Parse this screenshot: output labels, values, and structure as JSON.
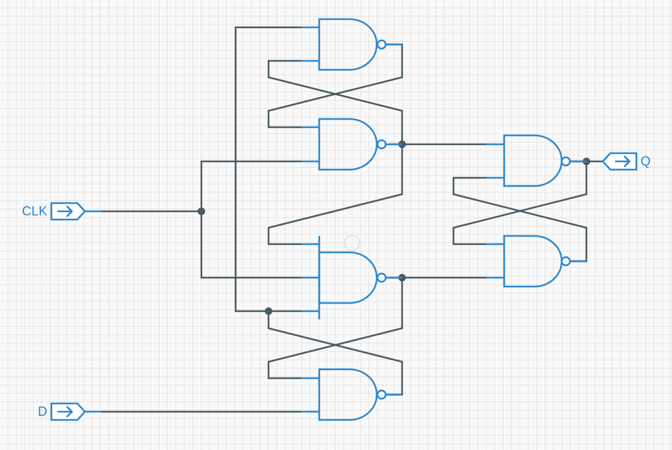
{
  "colors": {
    "gate": "#2a86d0",
    "wire": "#4a5a63",
    "label": "#2a86d0",
    "grid": "#e3e3e3",
    "background": "#f9f9f9"
  },
  "ports": {
    "clk": {
      "label": "CLK",
      "icon": "arrow-right-icon"
    },
    "d": {
      "label": "D",
      "icon": "arrow-right-icon"
    },
    "q": {
      "label": "Q",
      "icon": "arrow-right-icon"
    }
  },
  "gates": [
    {
      "id": "nand-1",
      "type": "nand"
    },
    {
      "id": "nand-2",
      "type": "nand"
    },
    {
      "id": "nand-3",
      "type": "nand"
    },
    {
      "id": "nand-4",
      "type": "nand"
    },
    {
      "id": "nand-5",
      "type": "nand"
    },
    {
      "id": "nand-6",
      "type": "nand"
    }
  ]
}
